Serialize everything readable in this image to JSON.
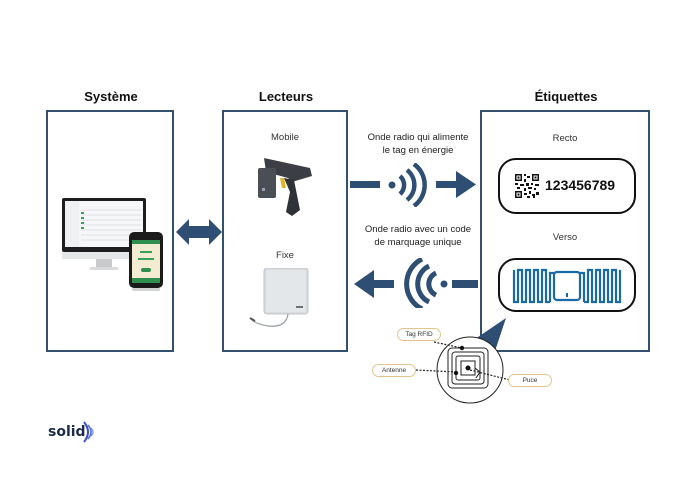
{
  "columns": {
    "system": {
      "title": "Système"
    },
    "readers": {
      "title": "Lecteurs",
      "mobile_label": "Mobile",
      "fixed_label": "Fixe"
    },
    "tags": {
      "title": "Étiquettes",
      "front_label": "Recto",
      "back_label": "Verso",
      "tag_number": "123456789"
    }
  },
  "waves": {
    "outgoing_label_line1": "Onde radio qui alimente",
    "outgoing_label_line2": "le tag en énergie",
    "incoming_label_line1": "Onde radio avec un code",
    "incoming_label_line2": "de marquage unique"
  },
  "rfid_detail": {
    "tag_label": "Tag RFID",
    "antenna_label": "Antenne",
    "chip_label": "Puce"
  },
  "brand": {
    "name": "solid"
  },
  "colors": {
    "accent": "#2e4f73",
    "panel_border": "#33506f",
    "callout_border": "#e2c48d",
    "antenna_blue": "#1a6aa8"
  }
}
